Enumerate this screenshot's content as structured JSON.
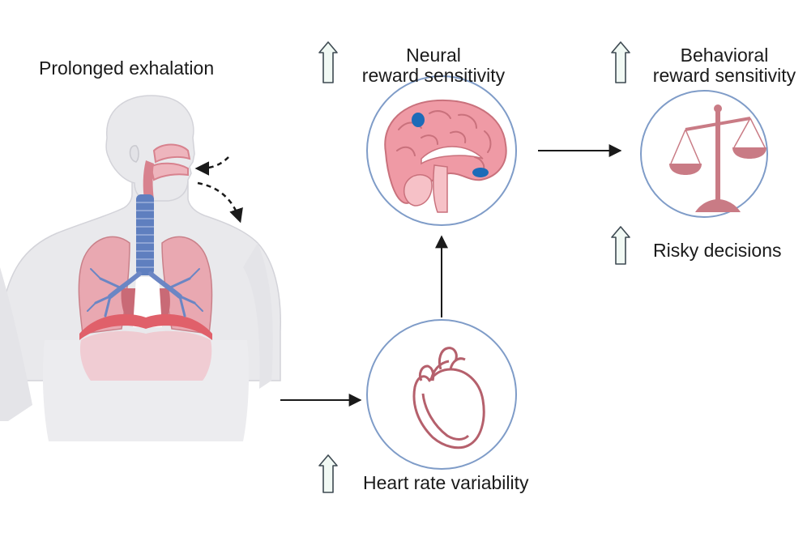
{
  "labels": {
    "exhalation": "Prolonged exhalation",
    "neural": {
      "line1": "Neural",
      "line2": "reward sensitivity"
    },
    "behavioral": {
      "line1": "Behavioral",
      "line2": "reward sensitivity"
    },
    "risky": "Risky decisions",
    "hrv": "Heart rate variability"
  },
  "indicators": {
    "neural": "up",
    "behavioral": "up",
    "risky": "up",
    "hrv": "up"
  },
  "colors": {
    "body_fill": "#e9e9ec",
    "body_stroke": "#d0d0d6",
    "organ_pink": "#d8828e",
    "organ_light": "#eeb5bd",
    "organ_dark": "#b5606c",
    "brain_pink": "#ef9aa5",
    "brain_spot": "#1c6bb8",
    "airway_blue": "#5f7fbf",
    "diaphragm_red": "#e0606a",
    "circle_stroke": "#7f9cc8",
    "arrow_fill": "#f1f9f4",
    "arrow_stroke": "#3e4a52",
    "connector": "#1a1a1a",
    "text": "#1a1a1a"
  }
}
